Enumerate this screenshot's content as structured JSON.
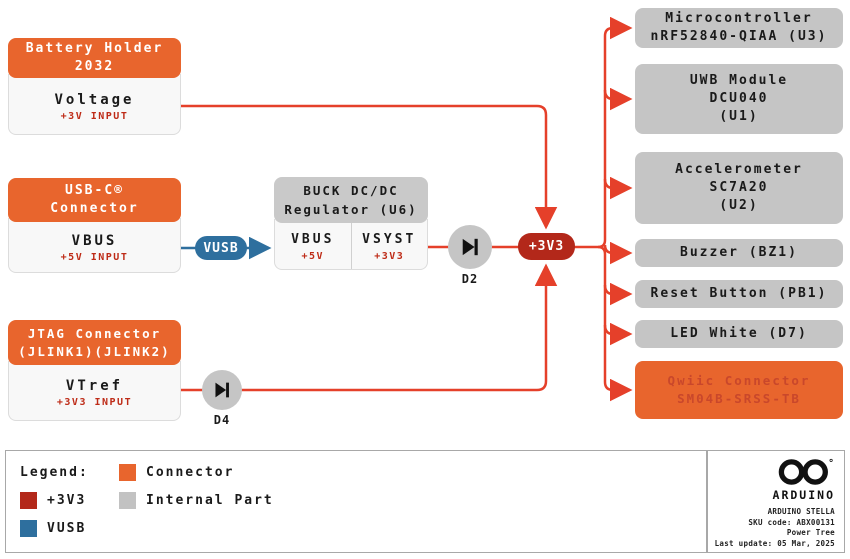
{
  "diagram": {
    "battery": {
      "title1": "Battery Holder",
      "title2": "2032",
      "signal": "Voltage",
      "note": "+3V INPUT"
    },
    "usb": {
      "title1": "USB-C®",
      "title2": "Connector",
      "signal": "VBUS",
      "note": "+5V INPUT"
    },
    "jtag": {
      "title1": "JTAG Connector",
      "title2": "(JLINK1)(JLINK2)",
      "signal": "VTref",
      "note": "+3V3 INPUT"
    },
    "buck": {
      "title1": "BUCK DC/DC",
      "title2": "Regulator (U6)",
      "in_signal": "VBUS",
      "in_note": "+5V",
      "out_signal": "VSYST",
      "out_note": "+3V3"
    },
    "vusb_label": "VUSB",
    "v3v3_label": "+3V3",
    "d2_label": "D2",
    "d4_label": "D4",
    "loads": [
      {
        "lines": [
          "Microcontroller",
          "nRF52840-QIAA (U3)"
        ]
      },
      {
        "lines": [
          "UWB Module",
          "DCU040",
          "(U1)"
        ]
      },
      {
        "lines": [
          "Accelerometer",
          "SC7A20",
          "(U2)"
        ]
      },
      {
        "lines": [
          "Buzzer (BZ1)"
        ]
      },
      {
        "lines": [
          "Reset Button (PB1)"
        ]
      },
      {
        "lines": [
          "LED White (D7)"
        ]
      },
      {
        "lines": [
          "Qwiic Connector",
          "SM04B-SRSS-TB"
        ]
      }
    ]
  },
  "legend": {
    "title": "Legend:",
    "connector": "Connector",
    "v3v3": "+3V3",
    "vusb": "VUSB",
    "internal": "Internal Part"
  },
  "footer": {
    "brand": "ARDUINO",
    "product": "ARDUINO STELLA",
    "sku": "SKU code: ABX00131",
    "doc": "Power Tree",
    "updated": "Last update: 05 Mar, 2025"
  },
  "colors": {
    "connector_orange": "#E8652D",
    "net_red": "#B3281A",
    "line_red": "#E5402A",
    "note_red": "#BE2B17",
    "vusb_blue": "#2E6F9E",
    "internal_gray": "#C5C5C5"
  }
}
